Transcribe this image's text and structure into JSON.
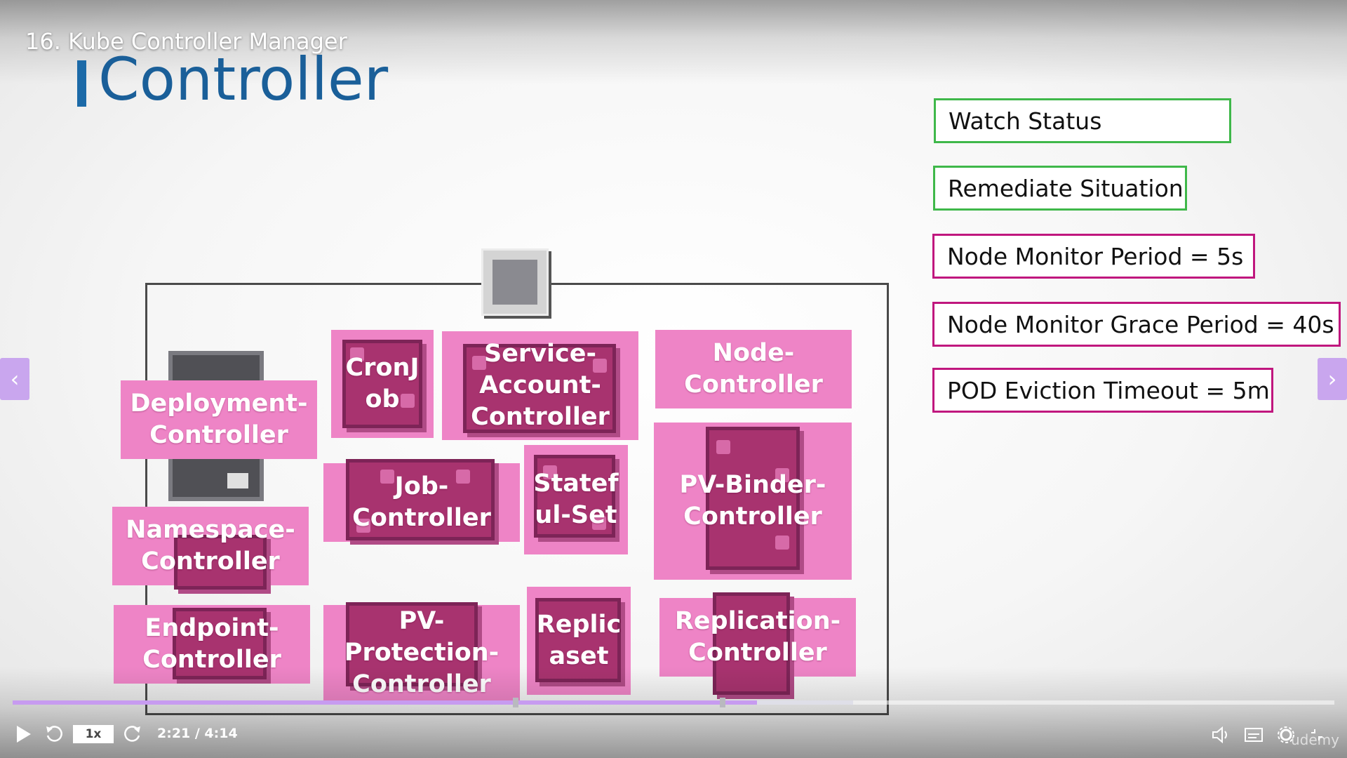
{
  "lecture": {
    "title": "16. Kube Controller Manager"
  },
  "slide": {
    "heading": "Controller",
    "parameters": [
      "Watch Status",
      "Remediate Situation",
      "Node Monitor Period  =  5s",
      "Node Monitor Grace Period  =  40s",
      "POD Eviction Timeout  =  5m"
    ],
    "controllers": {
      "deployment": "Deployment-\nController",
      "cronjob": "CronJ\nob",
      "service_account": "Service-\nAccount-\nController",
      "node": "Node-\nController",
      "namespace": "Namespace-\nController",
      "job": "Job-\nController",
      "statefulset": "Statef\nul-Set",
      "pv_binder": "PV-Binder-\nController",
      "endpoint": "Endpoint-\nController",
      "pv_protection": "PV-\nProtection-\nController",
      "replicaset": "Replic\naset",
      "replication": "Replication-\nController"
    },
    "colors": {
      "heading": "#1a5f99",
      "controller_fill": "#ee84c6",
      "green_border": "#3fb84a",
      "magenta_border": "#c0177e"
    }
  },
  "player": {
    "speed": "1x",
    "time": "2:21 / 4:14",
    "progress_fraction": 0.563,
    "watermark": "udemy",
    "nav_prev_icon": "‹",
    "nav_next_icon": "›"
  }
}
